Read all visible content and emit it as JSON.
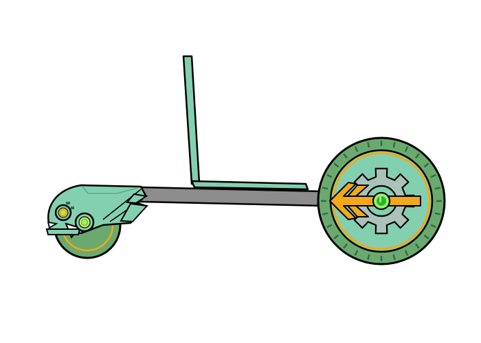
{
  "scene": {
    "subject": "vehicle-sprite",
    "background_color": "#ffffff"
  },
  "palette": {
    "outline": "#000000",
    "mint": "#83d0b0",
    "dark_green": "#6aaa6e",
    "tread_mark": "#356b45",
    "gold": "#f2a818",
    "light_green_glow": "#9cf06c",
    "bright_green": "#27b52a",
    "frame_gray": "#8c8c8c",
    "gear_gray": "#a9c3ba"
  },
  "icons": {
    "rear_wheel_emblem": "gear-arrow-emblem",
    "front_eye": "glowing-eye"
  }
}
